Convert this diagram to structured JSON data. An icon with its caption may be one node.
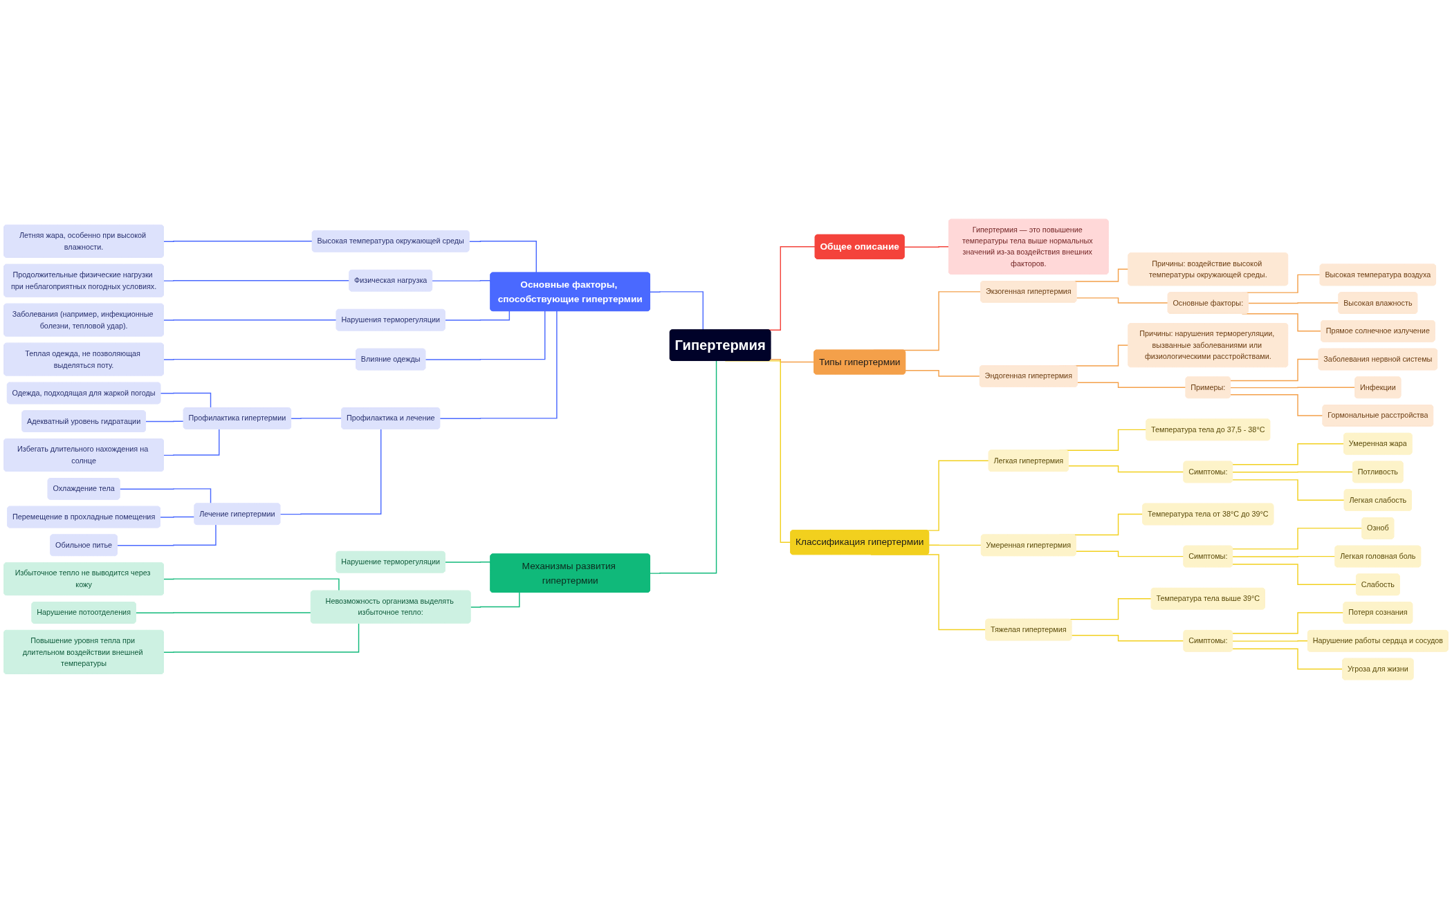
{
  "diagram": {
    "nodes": [
      {
        "text": [
          "Гипертермия"
        ]
      },
      {
        "text": [
          "Общее описание"
        ]
      },
      {
        "text": [
          "Гипертермия — это повышение температуры тела выше нормальных значений из-за воздействия внешних факторов."
        ]
      },
      {
        "text": [
          "Типы гипертермии"
        ]
      },
      {
        "text": [
          "Экзогенная гипертермия"
        ]
      },
      {
        "text": [
          "Причины: воздействие высокой температуры окружающей среды."
        ]
      },
      {
        "text": [
          "Основные факторы:"
        ]
      },
      {
        "text": [
          "Высокая температура воздуха"
        ]
      },
      {
        "text": [
          "Высокая влажность"
        ]
      },
      {
        "text": [
          "Прямое солнечное излучение"
        ]
      },
      {
        "text": [
          "Эндогенная гипертермия"
        ]
      },
      {
        "text": [
          "Причины: нарушения терморегуляции, вызванные заболеваниями или физиологическими расстройствами."
        ]
      },
      {
        "text": [
          "Примеры:"
        ]
      },
      {
        "text": [
          "Заболевания нервной системы"
        ]
      },
      {
        "text": [
          "Инфекции"
        ]
      },
      {
        "text": [
          "Гормональные расстройства"
        ]
      },
      {
        "text": [
          "Классификация гипертермии"
        ]
      },
      {
        "text": [
          "Легкая гипертермия"
        ]
      },
      {
        "text": [
          "Температура тела до 37,5 - 38°C"
        ]
      },
      {
        "text": [
          "Симптомы:"
        ]
      },
      {
        "text": [
          "Умеренная жара"
        ]
      },
      {
        "text": [
          "Потливость"
        ]
      },
      {
        "text": [
          "Легкая слабость"
        ]
      },
      {
        "text": [
          "Умеренная гипертермия"
        ]
      },
      {
        "text": [
          "Температура тела от 38°C до 39°C"
        ]
      },
      {
        "text": [
          "Симптомы:"
        ]
      },
      {
        "text": [
          "Озноб"
        ]
      },
      {
        "text": [
          "Легкая головная боль"
        ]
      },
      {
        "text": [
          "Слабость"
        ]
      },
      {
        "text": [
          "Тяжелая гипертермия"
        ]
      },
      {
        "text": [
          "Температура тела выше 39°C"
        ]
      },
      {
        "text": [
          "Симптомы:"
        ]
      },
      {
        "text": [
          "Потеря сознания"
        ]
      },
      {
        "text": [
          "Нарушение работы сердца и сосудов"
        ]
      },
      {
        "text": [
          "Угроза для жизни"
        ]
      },
      {
        "text": [
          "Основные факторы, способствующие гипертермии"
        ]
      },
      {
        "text": [
          "Высокая температура окружающей среды"
        ]
      },
      {
        "text": [
          "Летняя жара, особенно при высокой влажности."
        ]
      },
      {
        "text": [
          "Физическая нагрузка"
        ]
      },
      {
        "text": [
          "Продолжительные физические нагрузки при неблагоприятных погодных условиях."
        ]
      },
      {
        "text": [
          "Нарушения терморегуляции"
        ]
      },
      {
        "text": [
          "Заболевания (например, инфекционные болезни, тепловой удар)."
        ]
      },
      {
        "text": [
          "Влияние одежды"
        ]
      },
      {
        "text": [
          "Теплая одежда, не позволяющая выделяться поту."
        ]
      },
      {
        "text": [
          "Профилактика и лечение"
        ]
      },
      {
        "text": [
          "Профилактика гипертермии"
        ]
      },
      {
        "text": [
          "Одежда, подходящая для жаркой погоды"
        ]
      },
      {
        "text": [
          "Адекватный уровень гидратации"
        ]
      },
      {
        "text": [
          "Избегать длительного нахождения на солнце"
        ]
      },
      {
        "text": [
          "Лечение гипертермии"
        ]
      },
      {
        "text": [
          "Охлаждение тела"
        ]
      },
      {
        "text": [
          "Перемещение в прохладные помещения"
        ]
      },
      {
        "text": [
          "Обильное питье"
        ]
      },
      {
        "text": [
          "Механизмы развития гипертермии"
        ]
      },
      {
        "text": [
          "Нарушение терморегуляции"
        ]
      },
      {
        "text": [
          "Невозможность организма выделять избыточное тепло:"
        ]
      },
      {
        "text": [
          "Избыточное тепло не выводится через кожу"
        ]
      },
      {
        "text": [
          "Нарушение потоотделения"
        ]
      },
      {
        "text": [
          "Повышение уровня тепла при длительном воздействии внешней температуры"
        ]
      }
    ],
    "edges": [
      {
        "from": 0,
        "to": 1,
        "arrow": "none",
        "color": "#f4433b"
      },
      {
        "from": 1,
        "to": 2,
        "arrow": "none",
        "color": "#f4433b"
      },
      {
        "from": 0,
        "to": 3,
        "arrow": "none",
        "color": "#f4a04a"
      },
      {
        "from": 3,
        "to": 4,
        "arrow": "none",
        "color": "#f4a04a"
      },
      {
        "from": 4,
        "to": 5,
        "arrow": "none",
        "color": "#f4a04a"
      },
      {
        "from": 4,
        "to": 6,
        "arrow": "none",
        "color": "#f4a04a"
      },
      {
        "from": 6,
        "to": 7,
        "arrow": "none",
        "color": "#f4a04a"
      },
      {
        "from": 6,
        "to": 8,
        "arrow": "none",
        "color": "#f4a04a"
      },
      {
        "from": 6,
        "to": 9,
        "arrow": "none",
        "color": "#f4a04a"
      },
      {
        "from": 3,
        "to": 10,
        "arrow": "none",
        "color": "#f4a04a"
      },
      {
        "from": 10,
        "to": 11,
        "arrow": "none",
        "color": "#f4a04a"
      },
      {
        "from": 10,
        "to": 12,
        "arrow": "none",
        "color": "#f4a04a"
      },
      {
        "from": 12,
        "to": 13,
        "arrow": "none",
        "color": "#f4a04a"
      },
      {
        "from": 12,
        "to": 14,
        "arrow": "none",
        "color": "#f4a04a"
      },
      {
        "from": 12,
        "to": 15,
        "arrow": "none",
        "color": "#f4a04a"
      },
      {
        "from": 0,
        "to": 16,
        "arrow": "none",
        "color": "#f2d01e"
      },
      {
        "from": 16,
        "to": 17,
        "arrow": "none",
        "color": "#f2d01e"
      },
      {
        "from": 17,
        "to": 18,
        "arrow": "none",
        "color": "#f2d01e"
      },
      {
        "from": 17,
        "to": 19,
        "arrow": "none",
        "color": "#f2d01e"
      },
      {
        "from": 19,
        "to": 20,
        "arrow": "none",
        "color": "#f2d01e"
      },
      {
        "from": 19,
        "to": 21,
        "arrow": "none",
        "color": "#f2d01e"
      },
      {
        "from": 19,
        "to": 22,
        "arrow": "none",
        "color": "#f2d01e"
      },
      {
        "from": 16,
        "to": 23,
        "arrow": "none",
        "color": "#f2d01e"
      },
      {
        "from": 23,
        "to": 24,
        "arrow": "none",
        "color": "#f2d01e"
      },
      {
        "from": 23,
        "to": 25,
        "arrow": "none",
        "color": "#f2d01e"
      },
      {
        "from": 25,
        "to": 26,
        "arrow": "none",
        "color": "#f2d01e"
      },
      {
        "from": 25,
        "to": 27,
        "arrow": "none",
        "color": "#f2d01e"
      },
      {
        "from": 25,
        "to": 28,
        "arrow": "none",
        "color": "#f2d01e"
      },
      {
        "from": 16,
        "to": 29,
        "arrow": "none",
        "color": "#f2d01e"
      },
      {
        "from": 29,
        "to": 30,
        "arrow": "none",
        "color": "#f2d01e"
      },
      {
        "from": 29,
        "to": 31,
        "arrow": "none",
        "color": "#f2d01e"
      },
      {
        "from": 31,
        "to": 32,
        "arrow": "none",
        "color": "#f2d01e"
      },
      {
        "from": 31,
        "to": 33,
        "arrow": "none",
        "color": "#f2d01e"
      },
      {
        "from": 31,
        "to": 34,
        "arrow": "none",
        "color": "#f2d01e"
      },
      {
        "from": 0,
        "to": 35,
        "arrow": "none",
        "color": "#4a69ff"
      },
      {
        "from": 35,
        "to": 36,
        "arrow": "none",
        "color": "#4a69ff"
      },
      {
        "from": 36,
        "to": 37,
        "arrow": "none",
        "color": "#4a69ff"
      },
      {
        "from": 35,
        "to": 38,
        "arrow": "none",
        "color": "#4a69ff"
      },
      {
        "from": 38,
        "to": 39,
        "arrow": "none",
        "color": "#4a69ff"
      },
      {
        "from": 35,
        "to": 40,
        "arrow": "none",
        "color": "#4a69ff"
      },
      {
        "from": 40,
        "to": 41,
        "arrow": "none",
        "color": "#4a69ff"
      },
      {
        "from": 35,
        "to": 42,
        "arrow": "none",
        "color": "#4a69ff"
      },
      {
        "from": 42,
        "to": 43,
        "arrow": "none",
        "color": "#4a69ff"
      },
      {
        "from": 35,
        "to": 44,
        "arrow": "none",
        "color": "#4a69ff"
      },
      {
        "from": 44,
        "to": 45,
        "arrow": "none",
        "color": "#4a69ff"
      },
      {
        "from": 45,
        "to": 46,
        "arrow": "none",
        "color": "#4a69ff"
      },
      {
        "from": 45,
        "to": 47,
        "arrow": "none",
        "color": "#4a69ff"
      },
      {
        "from": 45,
        "to": 48,
        "arrow": "none",
        "color": "#4a69ff"
      },
      {
        "from": 44,
        "to": 49,
        "arrow": "none",
        "color": "#4a69ff"
      },
      {
        "from": 49,
        "to": 50,
        "arrow": "none",
        "color": "#4a69ff"
      },
      {
        "from": 49,
        "to": 51,
        "arrow": "none",
        "color": "#4a69ff"
      },
      {
        "from": 49,
        "to": 52,
        "arrow": "none",
        "color": "#4a69ff"
      },
      {
        "from": 0,
        "to": 53,
        "arrow": "none",
        "color": "#10b97a"
      },
      {
        "from": 53,
        "to": 54,
        "arrow": "none",
        "color": "#10b97a"
      },
      {
        "from": 53,
        "to": 55,
        "arrow": "none",
        "color": "#10b97a"
      },
      {
        "from": 55,
        "to": 56,
        "arrow": "none",
        "color": "#10b97a"
      },
      {
        "from": 55,
        "to": 57,
        "arrow": "none",
        "color": "#10b97a"
      },
      {
        "from": 55,
        "to": 58,
        "arrow": "none",
        "color": "#10b97a"
      }
    ]
  }
}
